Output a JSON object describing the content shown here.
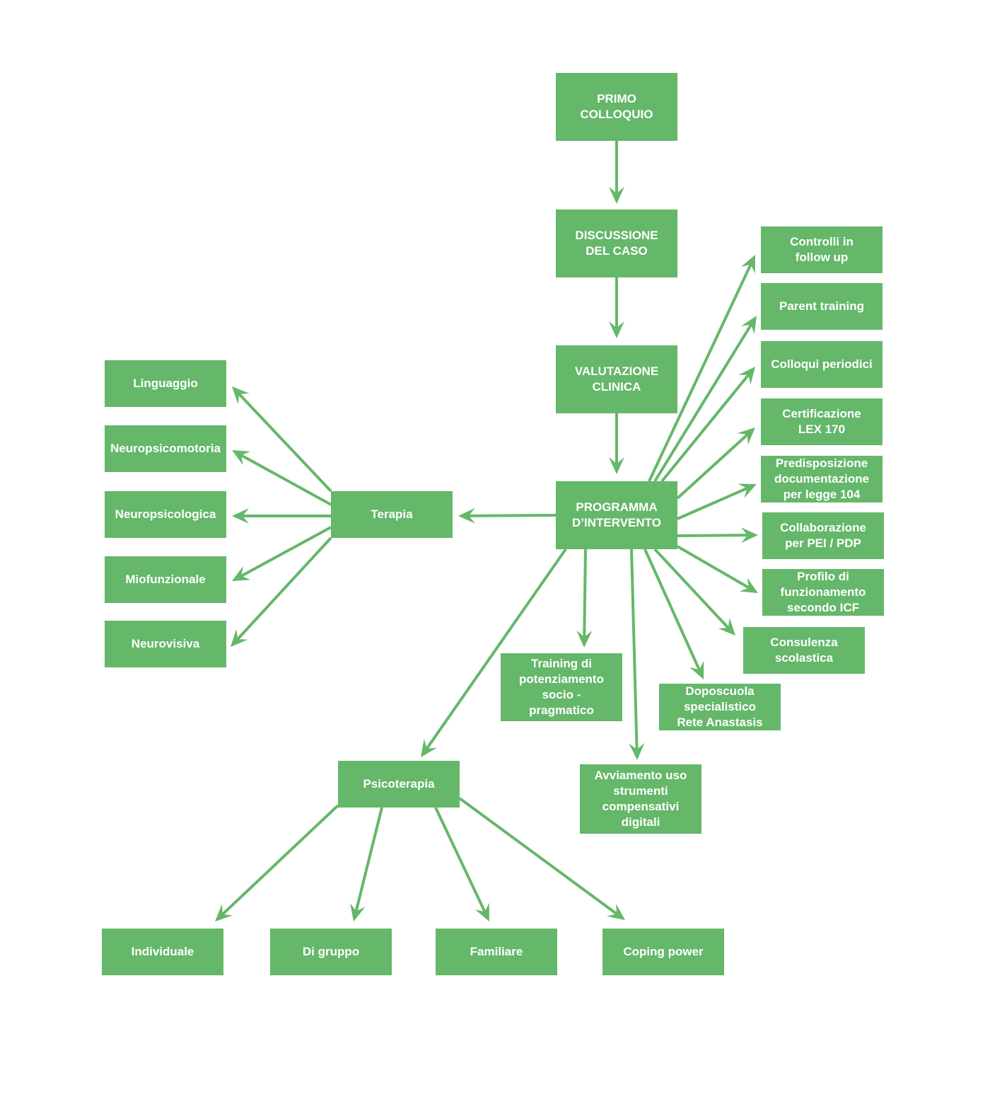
{
  "colors": {
    "box": "#65b76a",
    "arrow": "#65b76a",
    "text": "#ffffff"
  },
  "nodes": {
    "primo_colloquio": "PRIMO\nCOLLOQUIO",
    "discussione_del_caso": "DISCUSSIONE\nDEL CASO",
    "valutazione_clinica": "VALUTAZIONE\nCLINICA",
    "programma_intervento": "PROGRAMMA\nD’INTERVENTO",
    "terapia": "Terapia",
    "linguaggio": "Linguaggio",
    "neuropsicomotoria": "Neuropsicomotoria",
    "neuropsicologica": "Neuropsicologica",
    "miofunzionale": "Miofunzionale",
    "neurovisiva": "Neurovisiva",
    "controlli_follow_up": "Controlli in\nfollow up",
    "parent_training": "Parent training",
    "colloqui_periodici": "Colloqui periodici",
    "certificazione_lex": "Certificazione\nLEX 170",
    "predisposizione_documentazione": "Predisposizione\ndocumentazione\nper legge 104",
    "collaborazione_pei": "Collaborazione\nper PEI / PDP",
    "profilo_funzionamento": "Profilo di\nfunzionamento\nsecondo ICF",
    "consulenza_scolastica": "Consulenza\nscolastica",
    "doposcuola": "Doposcuola\nspecialistico\nRete Anastasis",
    "avviamento_strumenti": "Avviamento uso\nstrumenti\ncompensativi\ndigitali",
    "training_potenziamento": "Training di\npotenziamento\nsocio -\npragmatico",
    "psicoterapia": "Psicoterapia",
    "individuale": "Individuale",
    "di_gruppo": "Di gruppo",
    "familiare": "Familiare",
    "coping_power": "Coping power"
  },
  "edges": [
    [
      "primo_colloquio",
      "discussione_del_caso"
    ],
    [
      "discussione_del_caso",
      "valutazione_clinica"
    ],
    [
      "valutazione_clinica",
      "programma_intervento"
    ],
    [
      "programma_intervento",
      "terapia"
    ],
    [
      "terapia",
      "linguaggio"
    ],
    [
      "terapia",
      "neuropsicomotoria"
    ],
    [
      "terapia",
      "neuropsicologica"
    ],
    [
      "terapia",
      "miofunzionale"
    ],
    [
      "terapia",
      "neurovisiva"
    ],
    [
      "programma_intervento",
      "controlli_follow_up"
    ],
    [
      "programma_intervento",
      "parent_training"
    ],
    [
      "programma_intervento",
      "colloqui_periodici"
    ],
    [
      "programma_intervento",
      "certificazione_lex"
    ],
    [
      "programma_intervento",
      "predisposizione_documentazione"
    ],
    [
      "programma_intervento",
      "collaborazione_pei"
    ],
    [
      "programma_intervento",
      "profilo_funzionamento"
    ],
    [
      "programma_intervento",
      "consulenza_scolastica"
    ],
    [
      "programma_intervento",
      "doposcuola"
    ],
    [
      "programma_intervento",
      "avviamento_strumenti"
    ],
    [
      "programma_intervento",
      "training_potenziamento"
    ],
    [
      "programma_intervento",
      "psicoterapia"
    ],
    [
      "psicoterapia",
      "individuale"
    ],
    [
      "psicoterapia",
      "di_gruppo"
    ],
    [
      "psicoterapia",
      "familiare"
    ],
    [
      "psicoterapia",
      "coping_power"
    ]
  ]
}
